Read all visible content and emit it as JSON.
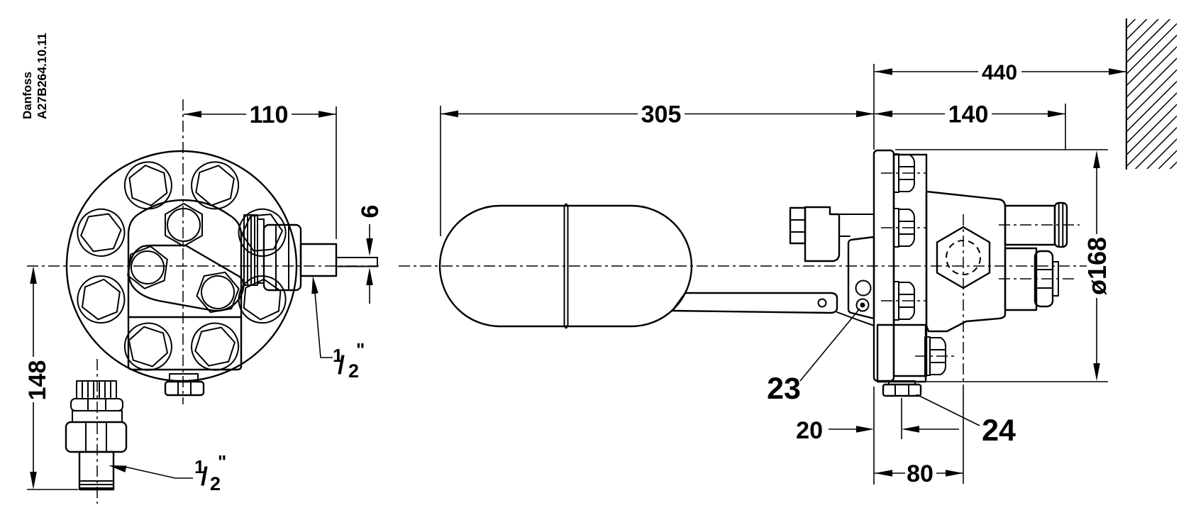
{
  "drawing": {
    "brand": "Danfoss",
    "drawing_number": "A27B264.10.11",
    "dimensions": {
      "flange_to_pipe_end": "110",
      "pin_diameter": "6",
      "center_to_bottom": "148",
      "float_length": "305",
      "wall_to_flange_face": "440",
      "flange_face_to_pipe_end": "140",
      "flange_diameter": "ø168",
      "flange_face_to_drain": "20",
      "flange_face_to_axis": "80"
    },
    "connection_labels": {
      "side": {
        "numerator": "1",
        "slash": "/",
        "denominator": "2",
        "unit": "\""
      },
      "bottom": {
        "numerator": "1",
        "slash": "/",
        "denominator": "2",
        "unit": "\""
      }
    },
    "item_labels": {
      "pivot_pin": "23",
      "drain_plug": "24"
    },
    "colors": {
      "line": "#000000",
      "background": "#ffffff"
    }
  }
}
